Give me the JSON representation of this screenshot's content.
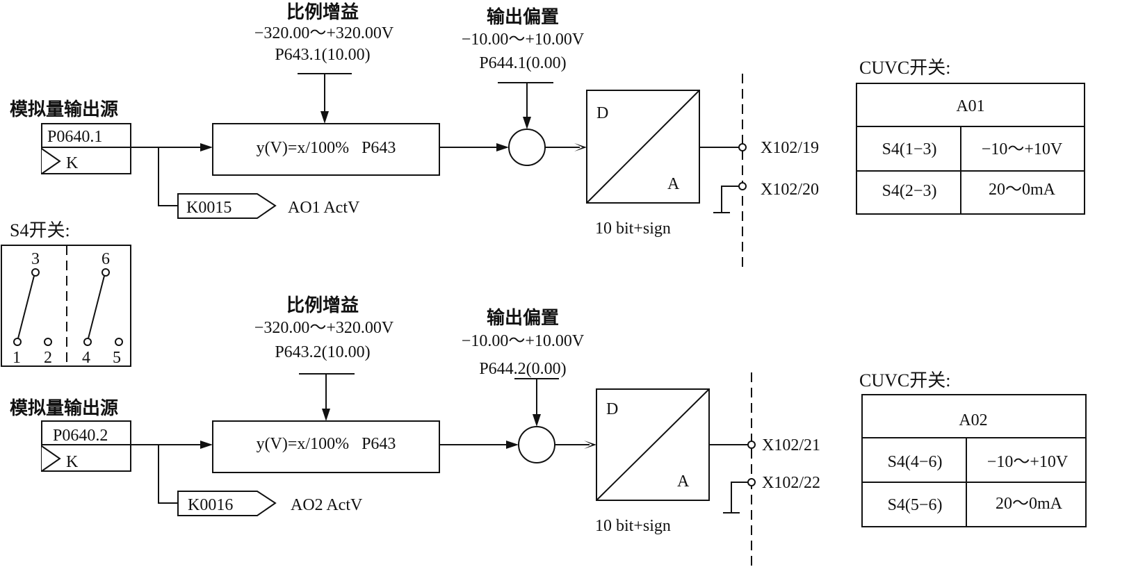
{
  "channel1": {
    "source_title": "模拟量输出源",
    "source_param": "P0640.1",
    "source_type": "K",
    "gain_title": "比例增益",
    "gain_range": "−320.00～+320.00V",
    "gain_param": "P643.1(10.00)",
    "formula": "y(V)=x/100%   P643",
    "offset_title": "输出偏置",
    "offset_range": "−10.00～+10.00V",
    "offset_param": "P644.1(0.00)",
    "connector": "K0015",
    "connector_label": "AO1 ActV",
    "dac_d": "D",
    "dac_a": "A",
    "dac_note": "10 bit+sign",
    "terminal_out": "X102/19",
    "terminal_gnd": "X102/20",
    "cuvc_title": "CUVC开关:",
    "cuvc_header": "A01",
    "cuvc_rows": [
      {
        "switch": "S4(1−3)",
        "mode": "−10～+10V"
      },
      {
        "switch": "S4(2−3)",
        "mode": "20～0mA"
      }
    ]
  },
  "channel2": {
    "source_title": "模拟量输出源",
    "source_param": "P0640.2",
    "source_type": "K",
    "gain_title": "比例增益",
    "gain_range": "−320.00～+320.00V",
    "gain_param": "P643.2(10.00)",
    "formula": "y(V)=x/100%   P643",
    "offset_title": "输出偏置",
    "offset_range": "−10.00～+10.00V",
    "offset_param": "P644.2(0.00)",
    "connector": "K0016",
    "connector_label": "AO2 ActV",
    "dac_d": "D",
    "dac_a": "A",
    "dac_note": "10 bit+sign",
    "terminal_out": "X102/21",
    "terminal_gnd": "X102/22",
    "cuvc_title": "CUVC开关:",
    "cuvc_header": "A02",
    "cuvc_rows": [
      {
        "switch": "S4(4−6)",
        "mode": "−10～+10V"
      },
      {
        "switch": "S4(5−6)",
        "mode": "20～0mA"
      }
    ]
  },
  "s4_switch": {
    "title": "S4开关:",
    "pins": [
      "3",
      "6",
      "1",
      "2",
      "4",
      "5"
    ]
  }
}
